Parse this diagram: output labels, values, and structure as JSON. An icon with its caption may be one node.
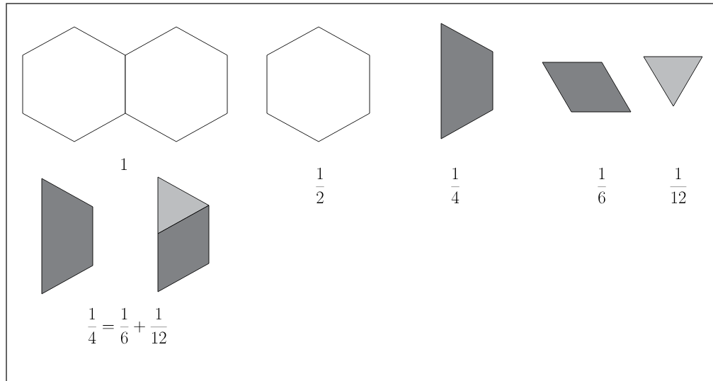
{
  "diagram": {
    "nodes": [
      {
        "text": [],
        "shape": "hexagon"
      },
      {
        "text": [],
        "shape": "hexagon"
      },
      {
        "text": [],
        "shape": "hexagon"
      },
      {
        "text": [],
        "shape": "trapezoid"
      },
      {
        "text": [],
        "shape": "rhombus"
      },
      {
        "text": [],
        "shape": "triangle"
      },
      {
        "text": [],
        "shape": "trapezoid"
      },
      {
        "text": [],
        "shape": "triangle"
      },
      {
        "text": [],
        "shape": "rhombus"
      }
    ],
    "labels": [
      "1",
      "\\frac{1}{2}",
      "\\frac{1}{4}",
      "\\frac{1}{6}",
      "\\frac{1}{12}",
      "\\frac{1}{4}=\\frac{1}{6}+\\frac{1}{12}"
    ]
  }
}
